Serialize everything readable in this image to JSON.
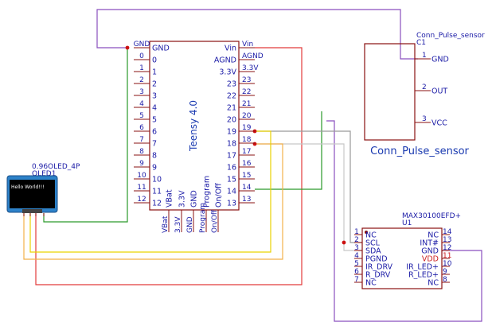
{
  "teensy": {
    "title": "Teensy 4.0",
    "left_pins_outer": [
      "GND",
      "0",
      "1",
      "2",
      "3",
      "4",
      "5",
      "6",
      "7",
      "8",
      "9",
      "10",
      "11",
      "12"
    ],
    "left_pins_inner": [
      "GND",
      "0",
      "1",
      "2",
      "3",
      "4",
      "5",
      "6",
      "7",
      "8",
      "9",
      "10",
      "11",
      "12"
    ],
    "right_pins_outer": [
      "Vin",
      "AGND",
      "3.3V",
      "23",
      "22",
      "21",
      "20",
      "19",
      "18",
      "17",
      "16",
      "15",
      "14",
      "13"
    ],
    "right_pins_inner": [
      "Vin",
      "AGND",
      "3.3V",
      "23",
      "22",
      "21",
      "20",
      "19",
      "18",
      "17",
      "16",
      "15",
      "14",
      "13"
    ],
    "bottom_pins_inner": [
      "VBat",
      "3.3V",
      "GND",
      "Program",
      "On/Off"
    ],
    "bottom_pins_outer": [
      "VBat",
      "3.3V",
      "GND",
      "Program",
      "On/Off"
    ]
  },
  "oled": {
    "value": "0.96OLED_4P",
    "ref": "OLED1",
    "screen_text": "Hello World!!!"
  },
  "pulse": {
    "value": "Conn_Pulse_sensor",
    "ref": "C1",
    "label": "Conn_Pulse_sensor",
    "pin_numbers": [
      "1",
      "2",
      "3"
    ],
    "pin_names": [
      "GND",
      "OUT",
      "VCC"
    ]
  },
  "max": {
    "value": "MAX30100EFD+",
    "ref": "U1",
    "left_numbers": [
      "1",
      "2",
      "3",
      "4",
      "5",
      "6",
      "7"
    ],
    "left_names": [
      "NC",
      "SCL",
      "SDA",
      "PGND",
      "IR_DRV",
      "R_DRV",
      "NC"
    ],
    "right_numbers": [
      "14",
      "13",
      "12",
      "11",
      "10",
      "9",
      "8"
    ],
    "right_names": [
      "NC",
      "INT#",
      "GND",
      "VDD",
      "IR_LED+",
      "R_LED+",
      "NC"
    ]
  },
  "colors": {
    "wire_red": "#e23b3b",
    "wire_green": "#2a9a2a",
    "wire_purple": "#8a4fbf",
    "wire_orange": "#f2b04a",
    "wire_yellow": "#e9d300",
    "wire_gray": "#9a9a9a",
    "symbol_outline": "#8a1010",
    "text_blue": "#1a1aa6"
  }
}
